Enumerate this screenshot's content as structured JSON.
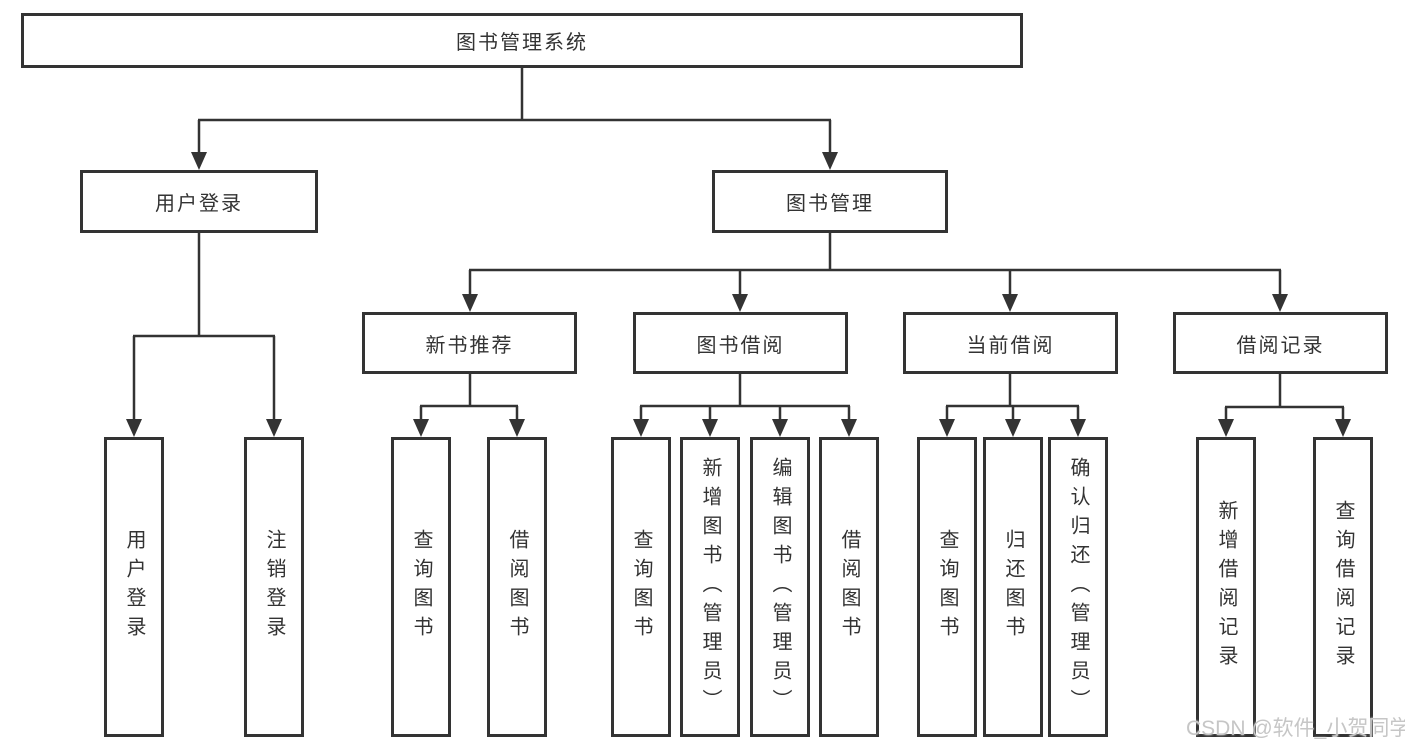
{
  "diagram": {
    "root": {
      "label": "图书管理系统"
    },
    "level2": [
      {
        "label": "用户登录"
      },
      {
        "label": "图书管理"
      }
    ],
    "level3": [
      {
        "label": "新书推荐"
      },
      {
        "label": "图书借阅"
      },
      {
        "label": "当前借阅"
      },
      {
        "label": "借阅记录"
      }
    ],
    "leaves": [
      {
        "label": "用户登录"
      },
      {
        "label": "注销登录"
      },
      {
        "label": "查询图书"
      },
      {
        "label": "借阅图书"
      },
      {
        "label": "查询图书"
      },
      {
        "label": "新增图书（管理员）"
      },
      {
        "label": "编辑图书（管理员）"
      },
      {
        "label": "借阅图书"
      },
      {
        "label": "查询图书"
      },
      {
        "label": "归还图书"
      },
      {
        "label": "确认归还（管理员）"
      },
      {
        "label": "新增借阅记录"
      },
      {
        "label": "查询借阅记录"
      }
    ]
  },
  "watermark": {
    "text": "CSDN @软件_小贺同学"
  },
  "colors": {
    "line": "#333333",
    "background": "#ffffff",
    "watermark": "#c6c6c6"
  }
}
